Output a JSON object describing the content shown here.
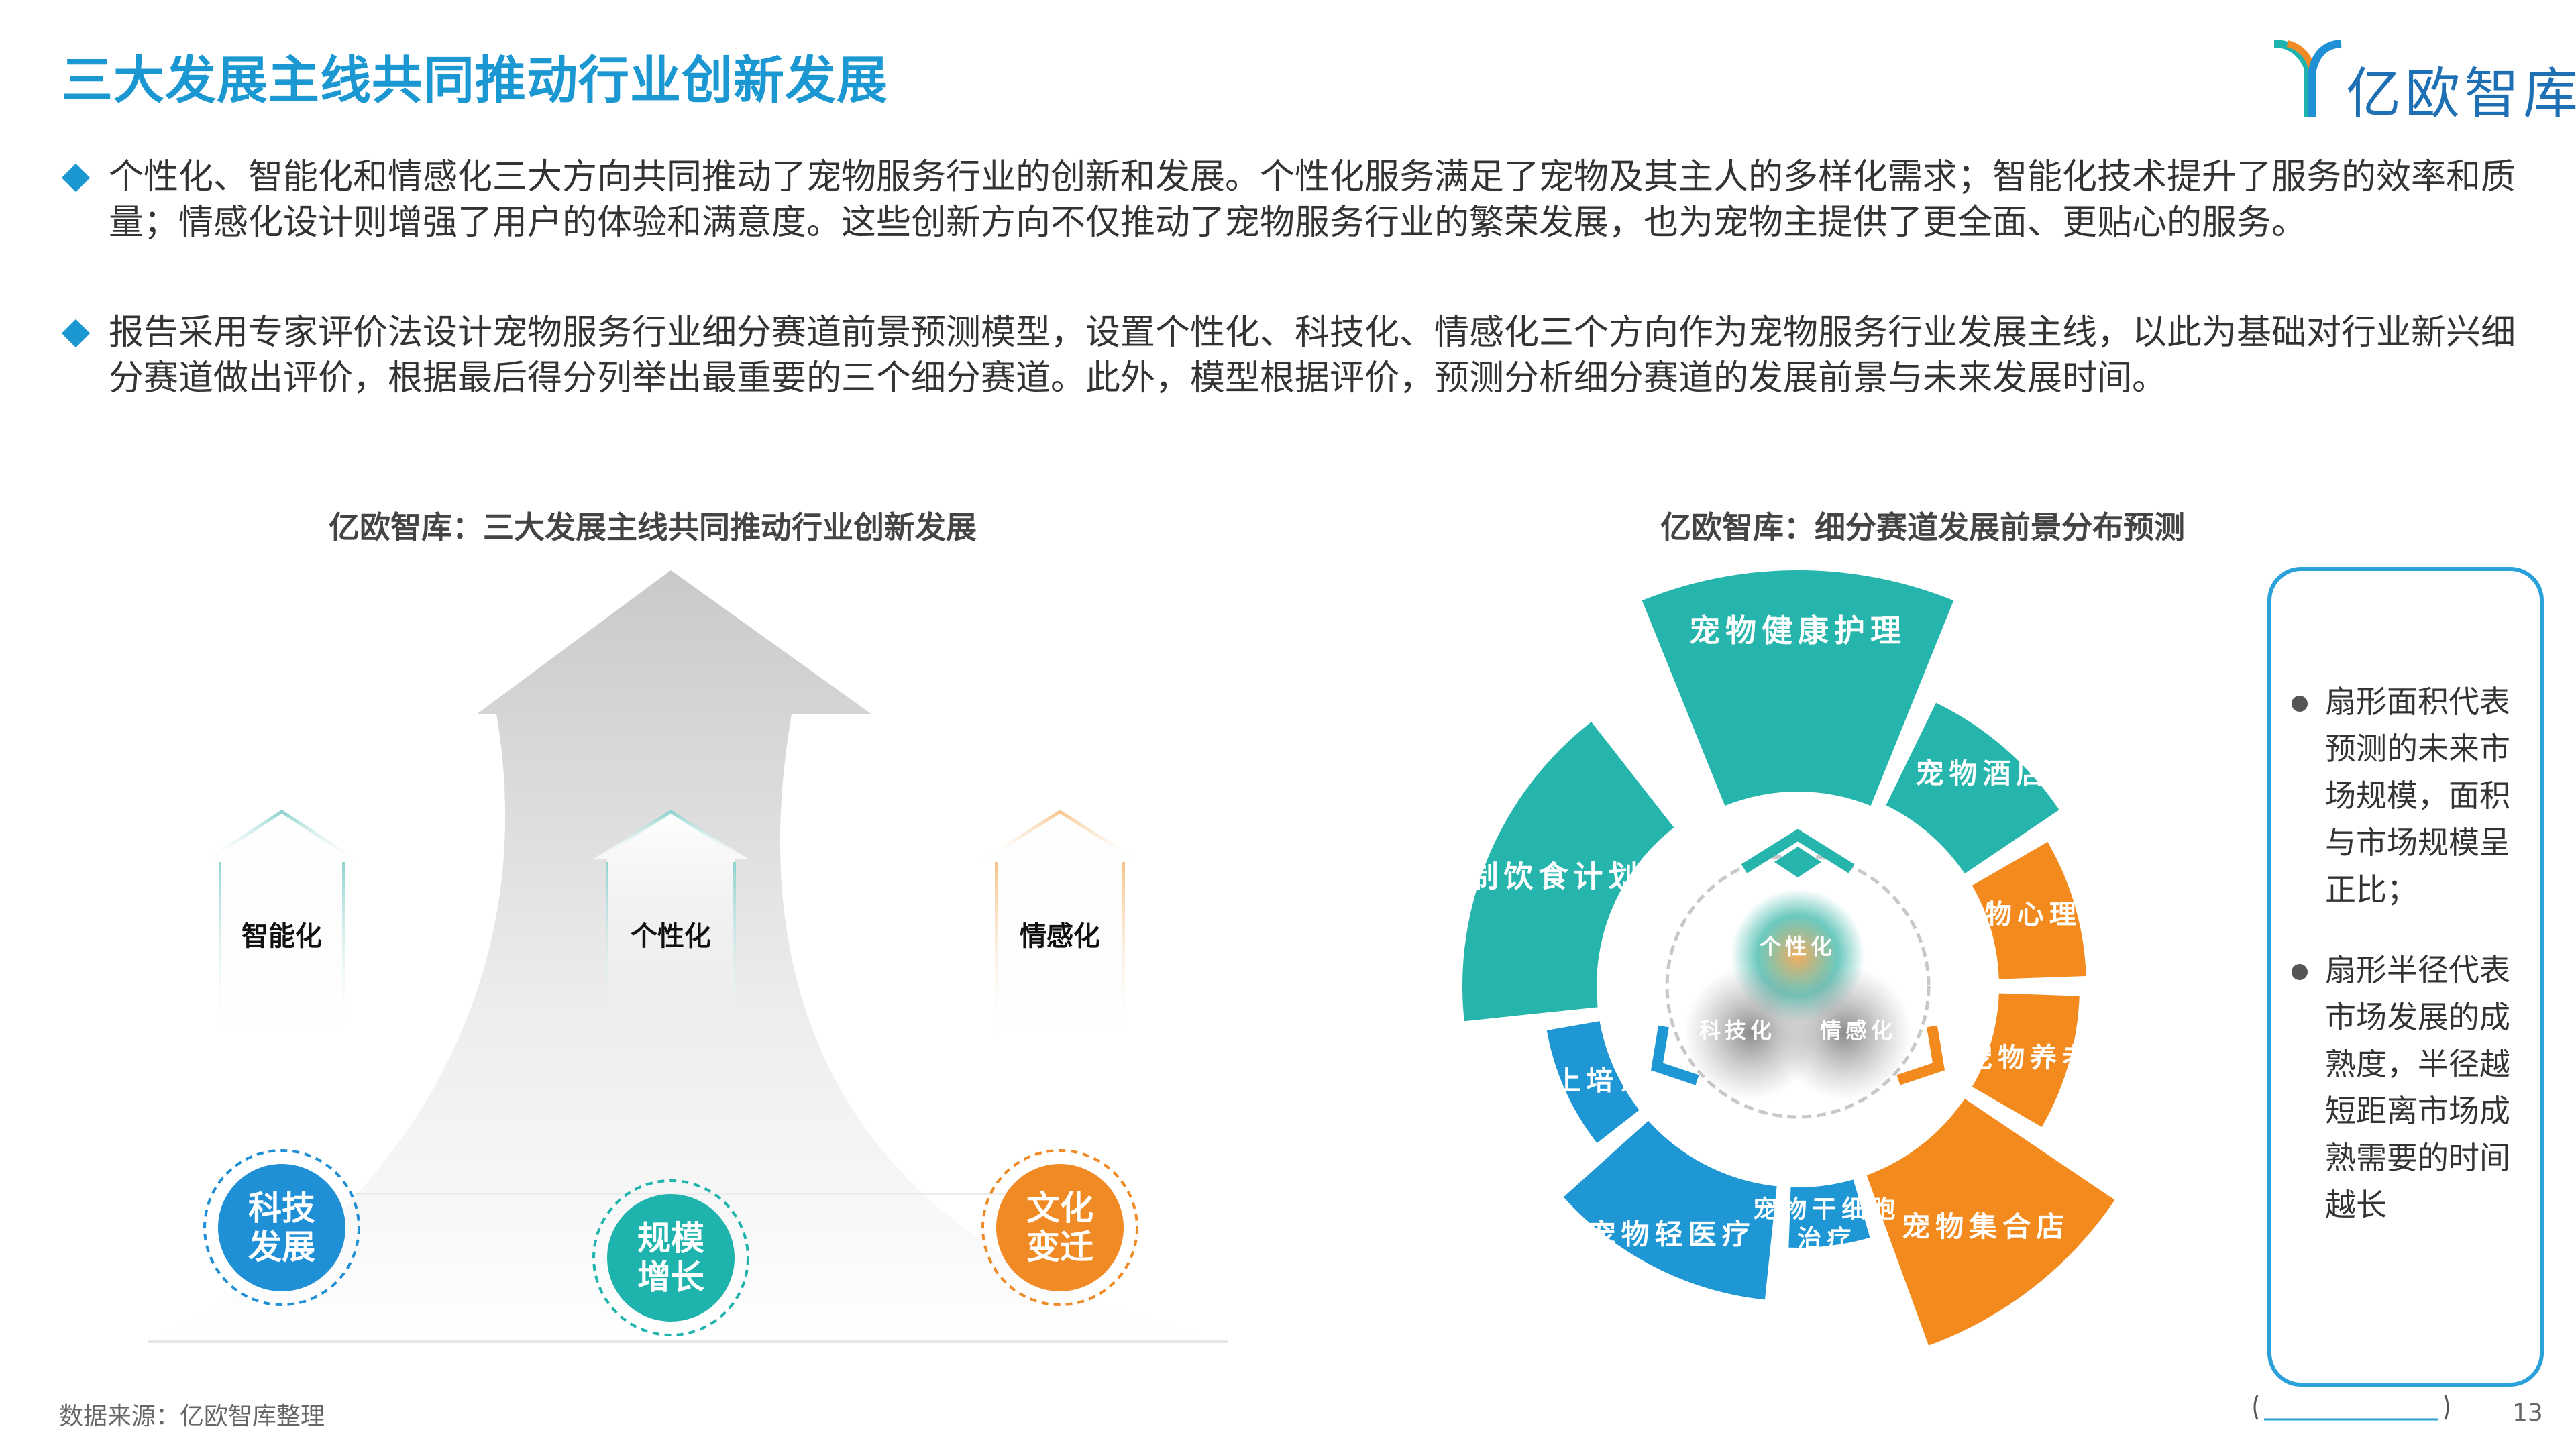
{
  "page": {
    "title": "三大发展主线共同推动行业创新发展",
    "logo_text": "亿欧智库",
    "bullets": [
      "个性化、智能化和情感化三大方向共同推动了宠物服务行业的创新和发展。个性化服务满足了宠物及其主人的多样化需求；智能化技术提升了服务的效率和质量；情感化设计则增强了用户的体验和满意度。这些创新方向不仅推动了宠物服务行业的繁荣发展，也为宠物主提供了更全面、更贴心的服务。",
      "报告采用专家评价法设计宠物服务行业细分赛道前景预测模型，设置个性化、科技化、情感化三个方向作为宠物服务行业发展主线，以此为基础对行业新兴细分赛道做出评价，根据最后得分列举出最重要的三个细分赛道。此外，模型根据评价，预测分析细分赛道的发展前景与未来发展时间。"
    ],
    "source_note": "数据来源：亿欧智库整理",
    "page_number": "13"
  },
  "left_diagram": {
    "title": "亿欧智库：三大发展主线共同推动行业创新发展",
    "houses": [
      "智能化",
      "个性化",
      "情感化"
    ],
    "circles": [
      {
        "label": "科技发展",
        "line1": "科技",
        "line2": "发展",
        "color": "#1f8fd6"
      },
      {
        "label": "规模增长",
        "line1": "规模",
        "line2": "增长",
        "color": "#1fb3ad"
      },
      {
        "label": "文化变迁",
        "line1": "文化",
        "line2": "变迁",
        "color": "#f08a24"
      }
    ]
  },
  "right_diagram": {
    "title": "亿欧智库：细分赛道发展前景分布预测",
    "center_labels": [
      "个性化",
      "科技化",
      "情感化"
    ],
    "sectors": [
      {
        "label": "宠物健康护理",
        "color": "#26b5ac"
      },
      {
        "label": "宠物酒店",
        "color": "#26b5ac"
      },
      {
        "label": "宠物心理健康",
        "color": "#f28a1e"
      },
      {
        "label": "宠物养老院",
        "color": "#f28a1e"
      },
      {
        "label": "宠物集合店",
        "color": "#f28a1e"
      },
      {
        "label": "宠物干细胞治疗",
        "line1": "宠物干细胞",
        "line2": "治疗",
        "color": "#1f97d4"
      },
      {
        "label": "宠物轻医疗",
        "color": "#1f97d4"
      },
      {
        "label": "线上培训",
        "color": "#1f97d4"
      },
      {
        "label": "定制饮食计划",
        "color": "#26b5ac"
      }
    ],
    "legend": [
      "扇形面积代表预测的未来市场规模，面积与市场规模呈正比；",
      "扇形半径代表市场发展的成熟度，半径越短距离市场成熟需要的时间越长"
    ]
  }
}
